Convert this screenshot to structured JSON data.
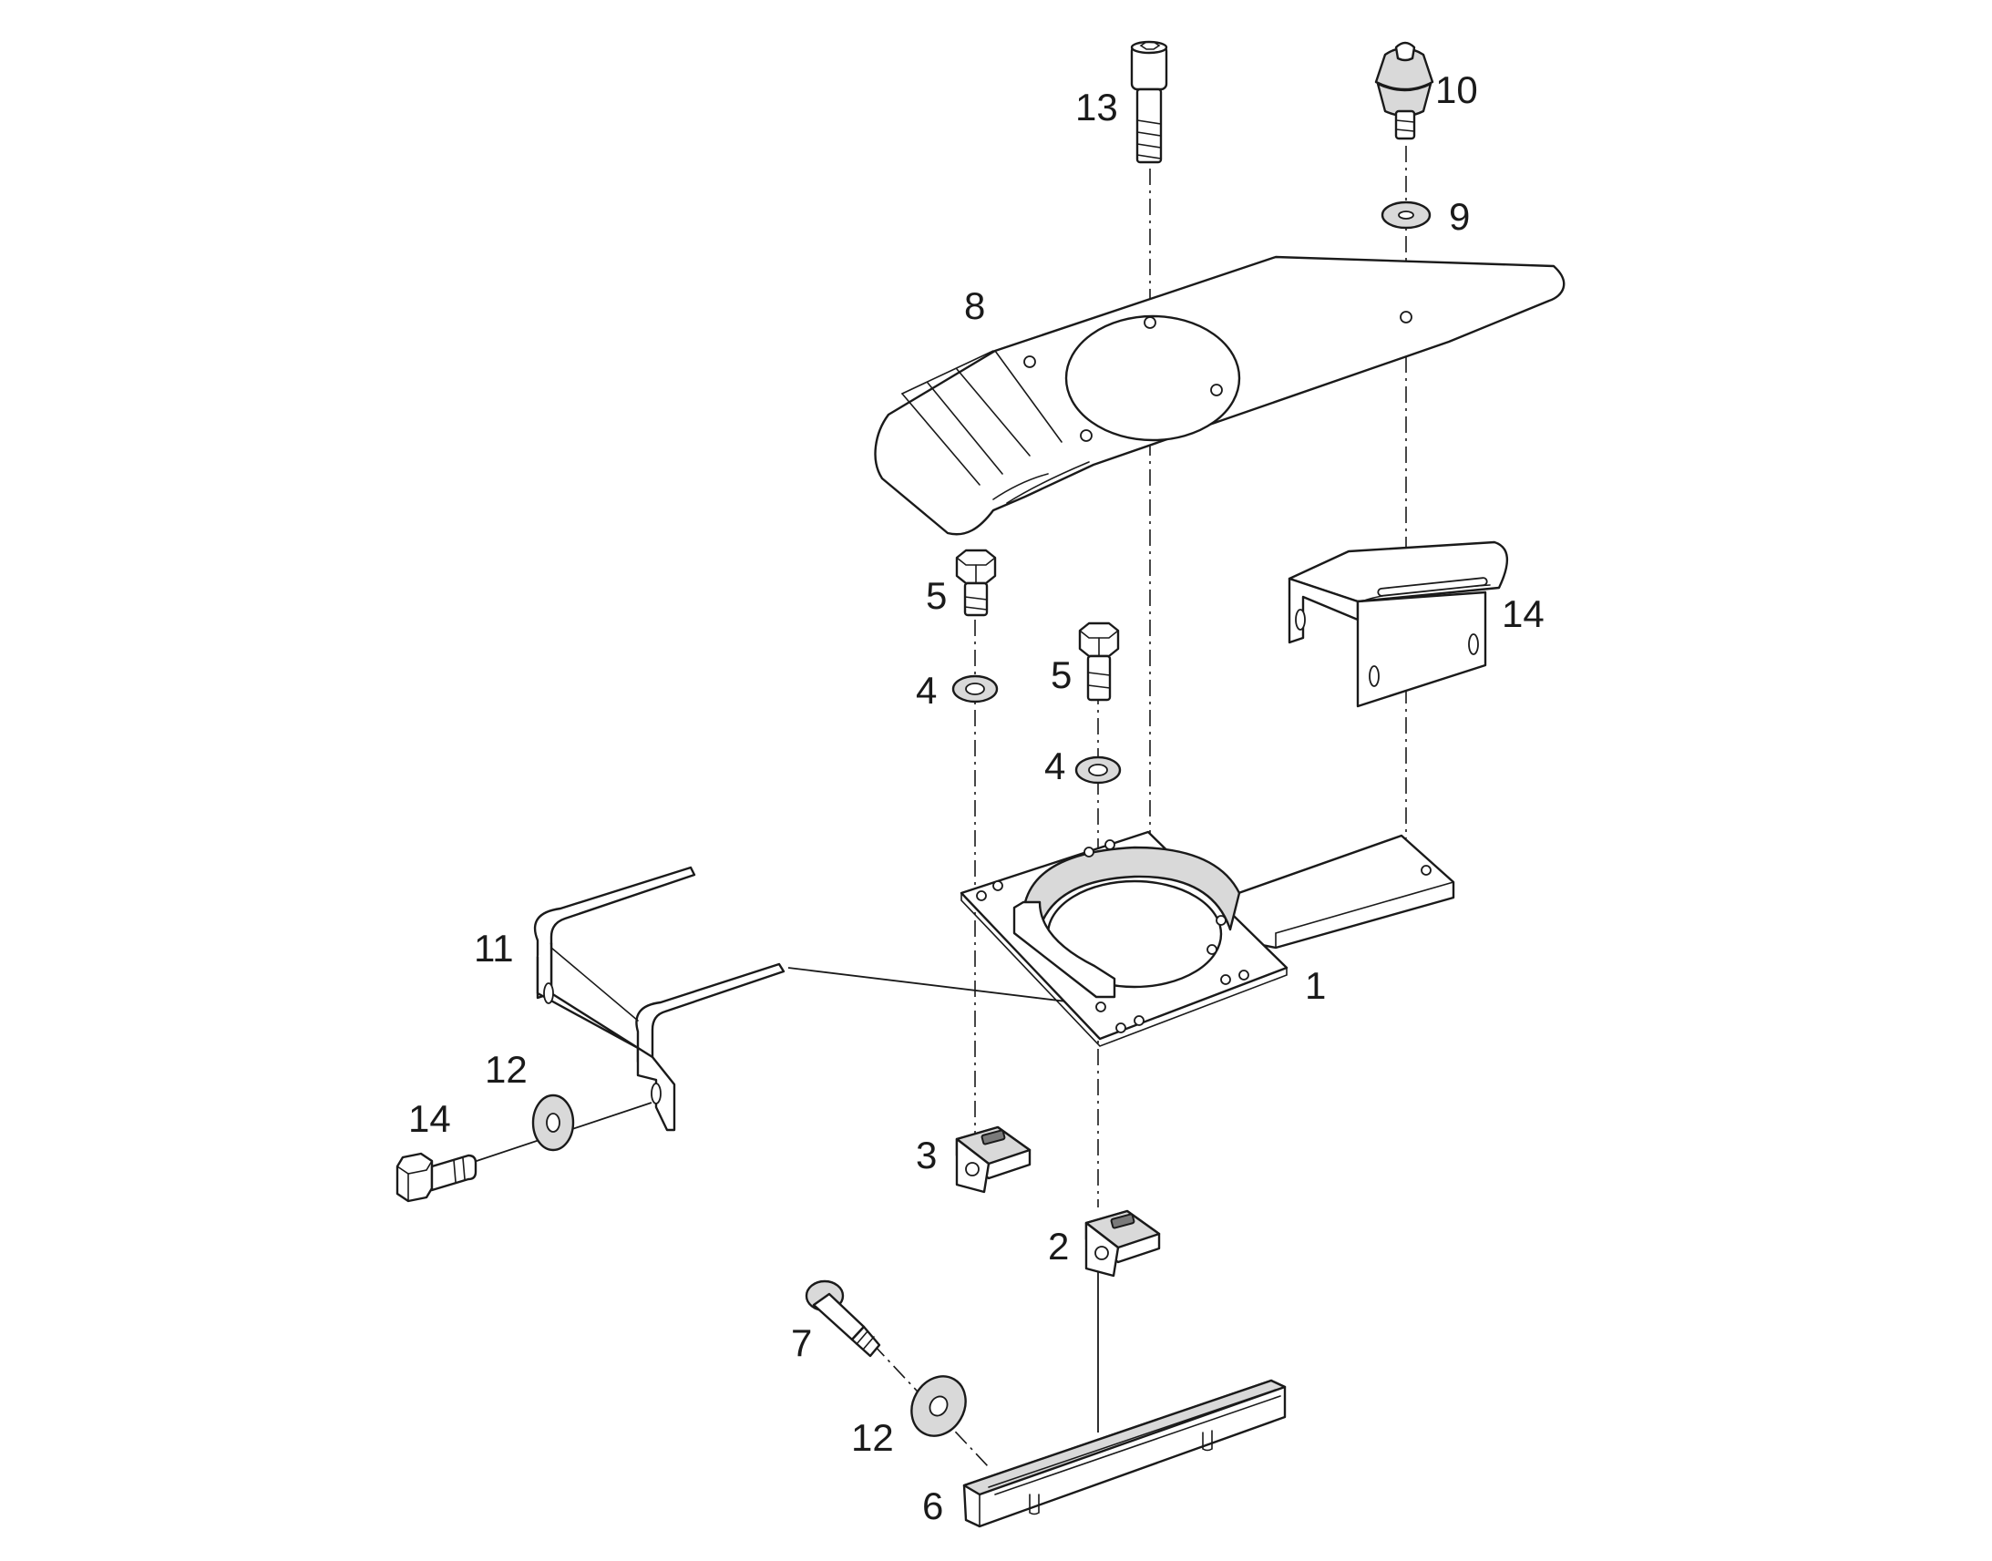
{
  "diagram": {
    "callouts": [
      {
        "id": "c1",
        "label": "1"
      },
      {
        "id": "c2",
        "label": "2"
      },
      {
        "id": "c3",
        "label": "3"
      },
      {
        "id": "c4a",
        "label": "4"
      },
      {
        "id": "c4b",
        "label": "4"
      },
      {
        "id": "c5a",
        "label": "5"
      },
      {
        "id": "c5b",
        "label": "5"
      },
      {
        "id": "c6",
        "label": "6"
      },
      {
        "id": "c7",
        "label": "7"
      },
      {
        "id": "c8",
        "label": "8"
      },
      {
        "id": "c9",
        "label": "9"
      },
      {
        "id": "c10",
        "label": "10"
      },
      {
        "id": "c11",
        "label": "11"
      },
      {
        "id": "c12a",
        "label": "12"
      },
      {
        "id": "c12b",
        "label": "12"
      },
      {
        "id": "c13",
        "label": "13"
      },
      {
        "id": "c14a",
        "label": "14"
      },
      {
        "id": "c14b",
        "label": "14"
      }
    ]
  }
}
